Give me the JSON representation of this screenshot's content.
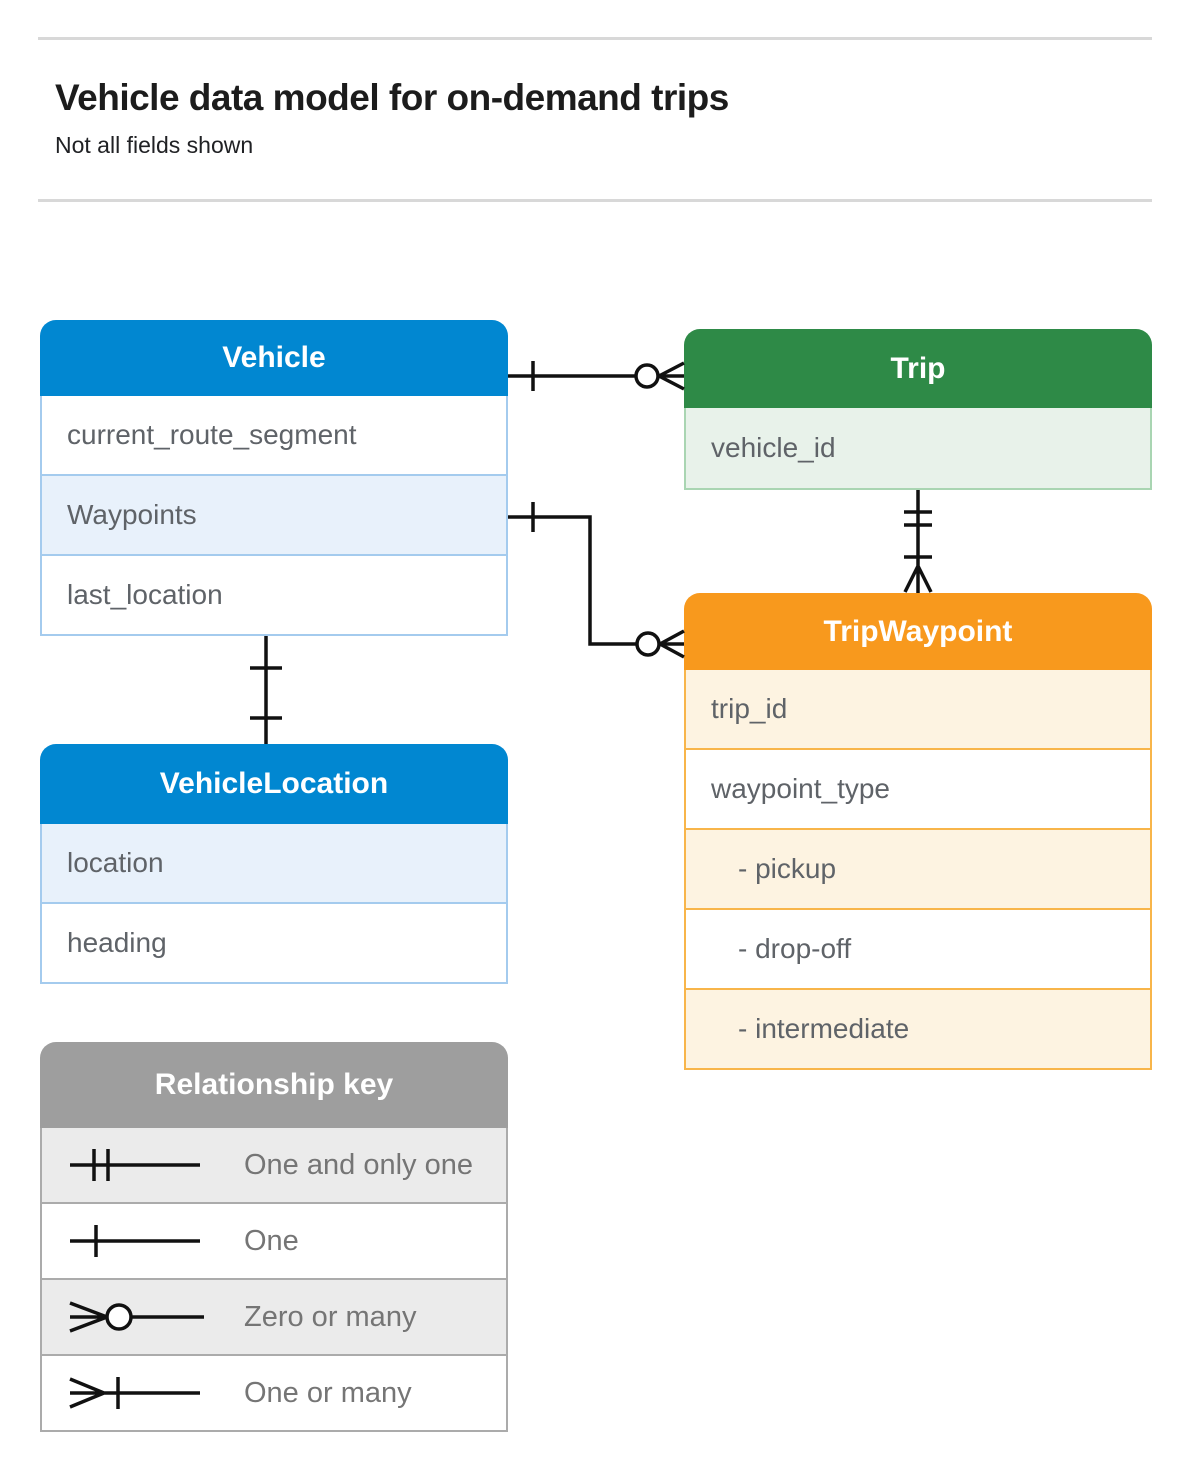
{
  "header": {
    "title": "Vehicle data model for on-demand trips",
    "subtitle": "Not all fields shown"
  },
  "entities": {
    "vehicle": {
      "name": "Vehicle",
      "fields": [
        "current_route_segment",
        "Waypoints",
        "last_location"
      ]
    },
    "trip": {
      "name": "Trip",
      "fields": [
        "vehicle_id"
      ]
    },
    "trip_waypoint": {
      "name": "TripWaypoint",
      "fields": [
        "trip_id",
        "waypoint_type",
        "- pickup",
        "- drop-off",
        "- intermediate"
      ]
    },
    "vehicle_location": {
      "name": "VehicleLocation",
      "fields": [
        "location",
        "heading"
      ]
    }
  },
  "legend": {
    "title": "Relationship key",
    "items": [
      {
        "symbol": "one-and-only-one",
        "label": "One and only one"
      },
      {
        "symbol": "one",
        "label": "One"
      },
      {
        "symbol": "zero-or-many",
        "label": "Zero or many"
      },
      {
        "symbol": "one-or-many",
        "label": "One or many"
      }
    ]
  },
  "relationships": [
    {
      "from": "Vehicle",
      "to": "Trip",
      "from_end": "one",
      "to_end": "zero-or-many"
    },
    {
      "from": "Vehicle.Waypoints",
      "to": "TripWaypoint",
      "from_end": "one",
      "to_end": "zero-or-many"
    },
    {
      "from": "Trip",
      "to": "TripWaypoint",
      "from_end": "one-and-only-one",
      "to_end": "one-or-many"
    },
    {
      "from": "Vehicle",
      "to": "VehicleLocation",
      "from_end": "one",
      "to_end": "one"
    }
  ],
  "colors": {
    "blue": "#0187d1",
    "blue_light": "#e8f1fb",
    "blue_border": "#a4cbee",
    "green": "#2e8a47",
    "green_light": "#e8f2ea",
    "green_border": "#a9d5b2",
    "orange": "#f8991d",
    "orange_light": "#fdf3e1",
    "orange_border": "#f8b54a",
    "gray": "#9e9e9e",
    "gray_light": "#ebebeb",
    "gray_border": "#ababab",
    "field_text": "#5f6368",
    "legend_text": "#757575",
    "title_text": "#1c1c1c",
    "rule": "#d8d8d8",
    "line": "#111111"
  }
}
